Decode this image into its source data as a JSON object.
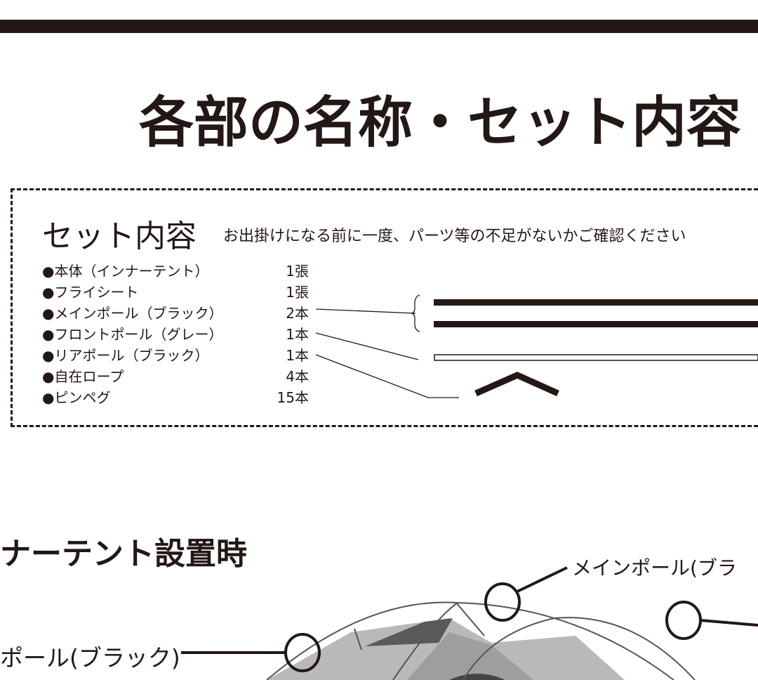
{
  "title": "各部の名称・セット内容",
  "set_contents": {
    "heading": "セット内容",
    "note": "お出掛けになる前に一度、パーツ等の不足がないかご確認ください",
    "items": [
      {
        "name": "●本体（インナーテント）",
        "qty": "1張"
      },
      {
        "name": "●フライシート",
        "qty": "1張"
      },
      {
        "name": "●メインポール（ブラック）",
        "qty": "2本"
      },
      {
        "name": "●フロントポール（グレー）",
        "qty": "1本"
      },
      {
        "name": "●リアポール（ブラック）",
        "qty": "1本"
      },
      {
        "name": "●自在ロープ",
        "qty": "4本"
      },
      {
        "name": "●ピンペグ",
        "qty": "15本"
      }
    ]
  },
  "diagram": {
    "heading": "ナーテント設置時",
    "label_main_pole": "メインポール(ブラ",
    "label_rear_pole": "ポール(ブラック)"
  }
}
